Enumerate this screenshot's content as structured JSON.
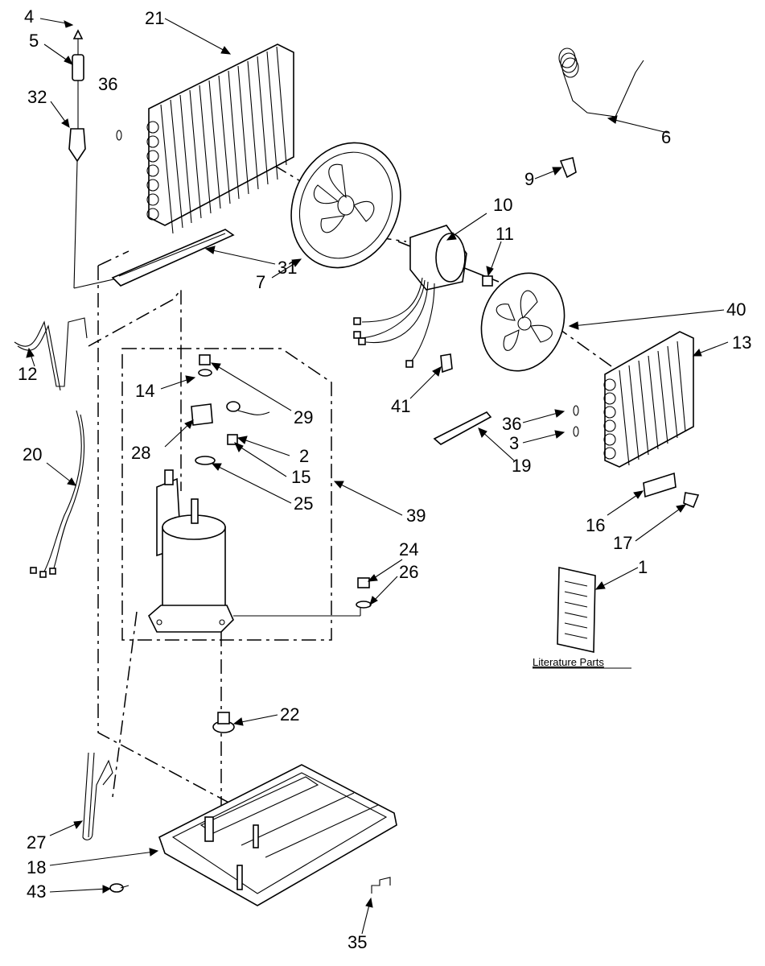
{
  "labels": {
    "p1": "1",
    "p2": "2",
    "p3": "3",
    "p4": "4",
    "p5": "5",
    "p6": "6",
    "p7": "7",
    "p9": "9",
    "p10": "10",
    "p11": "11",
    "p12": "12",
    "p13": "13",
    "p14": "14",
    "p15": "15",
    "p16": "16",
    "p17": "17",
    "p18": "18",
    "p19": "19",
    "p20": "20",
    "p21": "21",
    "p22": "22",
    "p24": "24",
    "p25": "25",
    "p26": "26",
    "p27": "27",
    "p28": "28",
    "p29": "29",
    "p31": "31",
    "p32": "32",
    "p35": "35",
    "p36a": "36",
    "p36b": "36",
    "p39": "39",
    "p40": "40",
    "p41": "41",
    "p43": "43"
  },
  "literature_caption": "Literature Parts"
}
